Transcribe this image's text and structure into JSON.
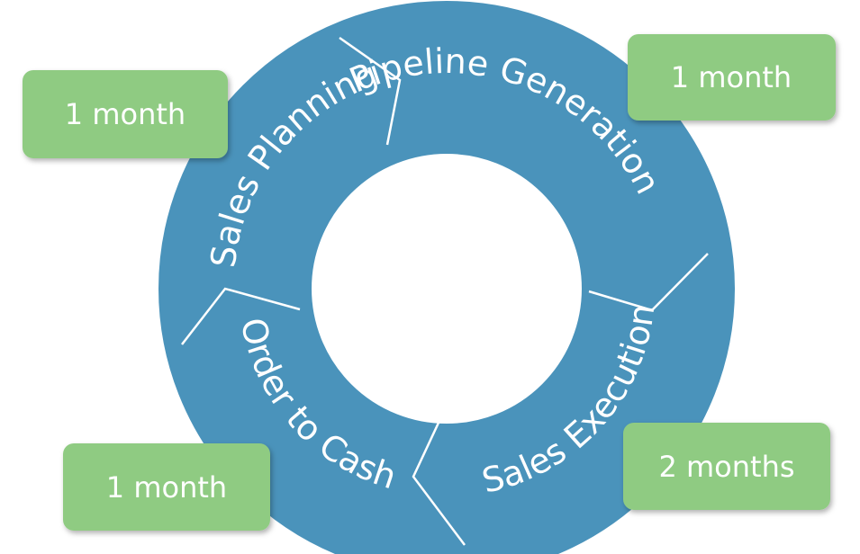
{
  "colors": {
    "ring": "#4a93bb",
    "ring_divider": "#ffffff",
    "badge": "#8fcb82",
    "badge_text": "#ffffff",
    "background": "#ffffff"
  },
  "stages": [
    {
      "name": "Pipeline Generation",
      "duration": "1 month"
    },
    {
      "name": "Sales Execution",
      "duration": "2 months"
    },
    {
      "name": "Order to Cash",
      "duration": "1 month"
    },
    {
      "name": "Sales Planning",
      "duration": "1 month"
    }
  ]
}
